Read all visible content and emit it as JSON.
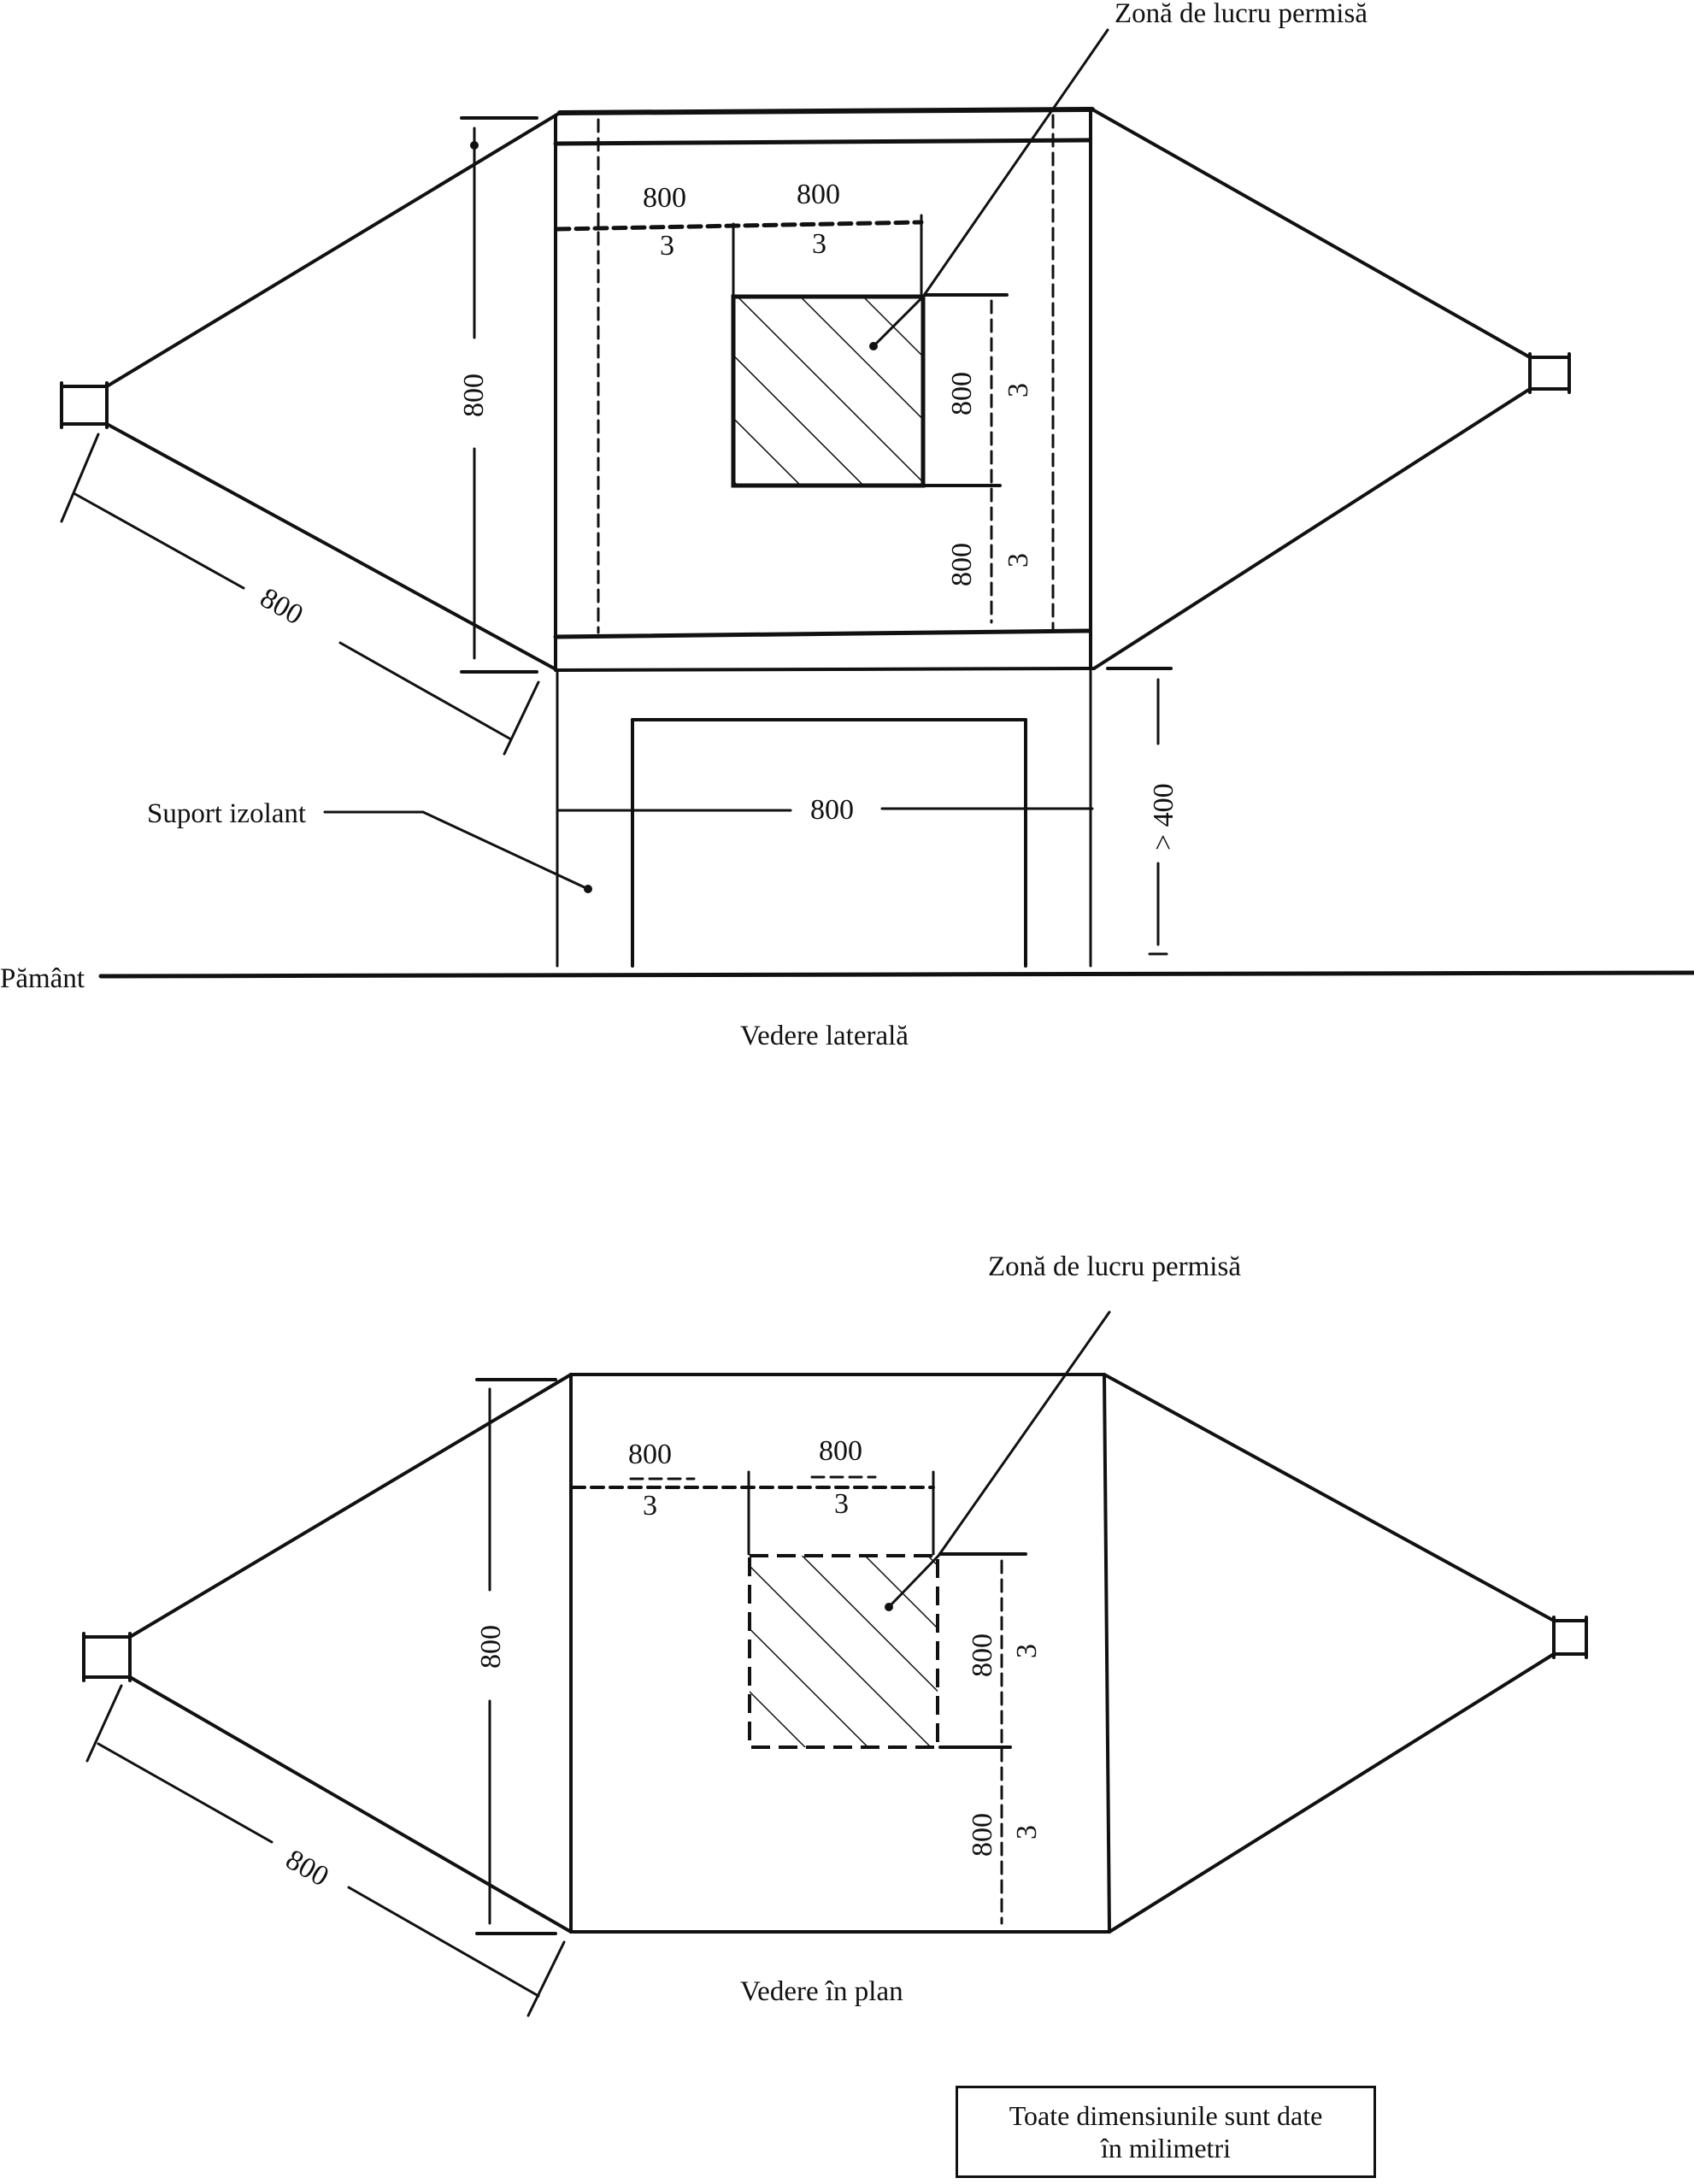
{
  "side_view": {
    "caption": "Vedere laterală",
    "work_zone_label": "Zonă de lucru permisă",
    "support_label": "Suport izolant",
    "ground_label": "Pământ",
    "dim_height": "800",
    "dim_diagonal": "800",
    "dim_support_width": "800",
    "dim_clearance": "> 400",
    "dim_top_left_num": "800",
    "dim_top_left_den": "3",
    "dim_top_right_num": "800",
    "dim_top_right_den": "3",
    "dim_right_upper_num": "800",
    "dim_right_upper_den": "3",
    "dim_right_lower_num": "800",
    "dim_right_lower_den": "3"
  },
  "plan_view": {
    "caption": "Vedere în plan",
    "work_zone_label": "Zonă de lucru permisă",
    "dim_height": "800",
    "dim_diagonal": "800",
    "dim_top_left_num": "800",
    "dim_top_left_den": "3",
    "dim_top_right_num": "800",
    "dim_top_right_den": "3",
    "dim_right_upper_num": "800",
    "dim_right_upper_den": "3",
    "dim_right_lower_num": "800",
    "dim_right_lower_den": "3"
  },
  "note": {
    "line1": "Toate dimensiunile sunt date",
    "line2": "în milimetri"
  }
}
